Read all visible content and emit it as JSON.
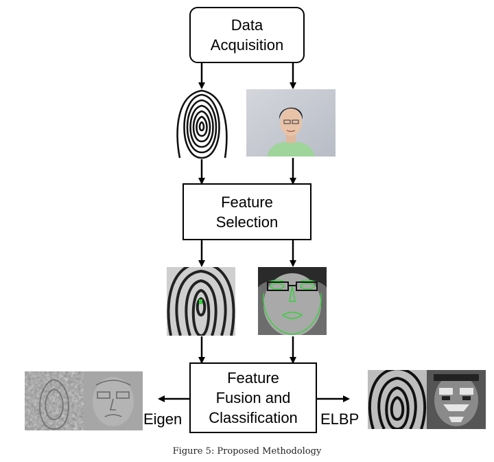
{
  "diagram": {
    "data_acquisition": {
      "line1": "Data",
      "line2": "Acquisition"
    },
    "feature_selection": {
      "line1": "Feature",
      "line2": "Selection"
    },
    "feature_fusion": {
      "line1": "Feature",
      "line2": "Fusion and",
      "line3": "Classification"
    },
    "left_label": "Eigen",
    "right_label": "ELBP"
  },
  "caption": "Figure 5:  Proposed Methodology",
  "colors": {
    "ink": "#000000",
    "skin": "#e8c3a8",
    "shirt": "#9fd49a",
    "backdrop": "#c9ccd4",
    "landmark": "#35d13a"
  }
}
